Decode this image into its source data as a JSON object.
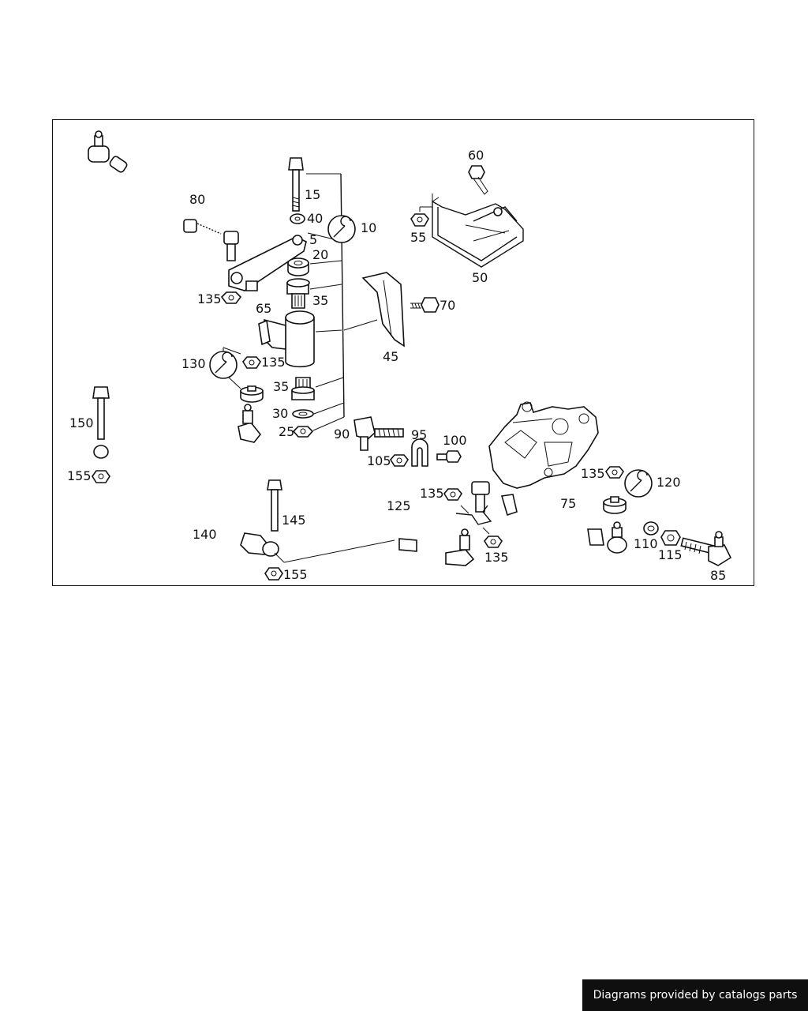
{
  "labels": {
    "p5": "5",
    "p10": "10",
    "p15": "15",
    "p20": "20",
    "p25": "25",
    "p30": "30",
    "p35a": "35",
    "p35b": "35",
    "p40": "40",
    "p45": "45",
    "p50": "50",
    "p55": "55",
    "p60": "60",
    "p65": "65",
    "p70": "70",
    "p75": "75",
    "p80": "80",
    "p85": "85",
    "p90": "90",
    "p95": "95",
    "p100": "100",
    "p105": "105",
    "p110": "110",
    "p115": "115",
    "p120": "120",
    "p125": "125",
    "p130": "130",
    "p135a": "135",
    "p135b": "135",
    "p135c": "135",
    "p135d": "135",
    "p135e": "135",
    "p140": "140",
    "p145": "145",
    "p150": "150",
    "p155a": "155",
    "p155b": "155"
  },
  "credit": "Diagrams provided by catalogs parts",
  "icons": [
    "wrench-icon"
  ]
}
